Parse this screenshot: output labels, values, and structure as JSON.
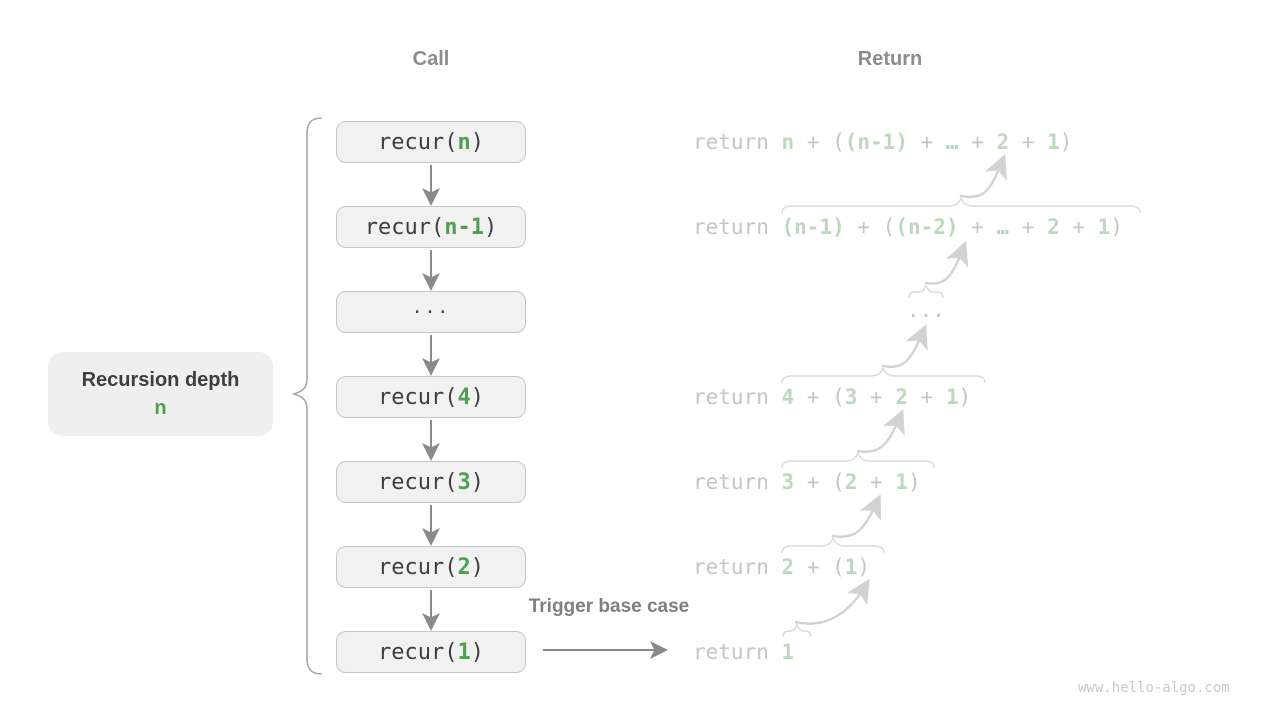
{
  "headers": {
    "call": "Call",
    "return": "Return"
  },
  "depth_label": {
    "title": "Recursion depth",
    "value": "n"
  },
  "trigger_label": "Trigger base case",
  "watermark": "www.hello-algo.com",
  "colors": {
    "accent_green": "#4f9e53",
    "pale_green": "#bdd9bd",
    "box_fill": "#f1f1f2",
    "box_border": "#c6c6c6",
    "muted_gray": "#c5c5c5",
    "header_gray": "#8c8c8c"
  },
  "call_stack": [
    {
      "segments": [
        {
          "t": "recur(",
          "s": "dk"
        },
        {
          "t": "n",
          "s": "gn"
        },
        {
          "t": ")",
          "s": "dk"
        }
      ]
    },
    {
      "segments": [
        {
          "t": "recur(",
          "s": "dk"
        },
        {
          "t": "n-1",
          "s": "gn"
        },
        {
          "t": ")",
          "s": "dk"
        }
      ]
    },
    {
      "segments": [
        {
          "t": "...",
          "s": "dk"
        }
      ]
    },
    {
      "segments": [
        {
          "t": "recur(",
          "s": "dk"
        },
        {
          "t": "4",
          "s": "gn"
        },
        {
          "t": ")",
          "s": "dk"
        }
      ]
    },
    {
      "segments": [
        {
          "t": "recur(",
          "s": "dk"
        },
        {
          "t": "3",
          "s": "gn"
        },
        {
          "t": ")",
          "s": "dk"
        }
      ]
    },
    {
      "segments": [
        {
          "t": "recur(",
          "s": "dk"
        },
        {
          "t": "2",
          "s": "gn"
        },
        {
          "t": ")",
          "s": "dk"
        }
      ]
    },
    {
      "segments": [
        {
          "t": "recur(",
          "s": "dk"
        },
        {
          "t": "1",
          "s": "gn"
        },
        {
          "t": ")",
          "s": "dk"
        }
      ]
    }
  ],
  "return_stack": [
    {
      "segments": [
        {
          "t": "return ",
          "s": "lg"
        },
        {
          "t": "n",
          "s": "pg"
        },
        {
          "t": " + (",
          "s": "lg"
        },
        {
          "t": "(n-1)",
          "s": "pg"
        },
        {
          "t": " + ",
          "s": "lg"
        },
        {
          "t": "…",
          "s": "pt"
        },
        {
          "t": " + ",
          "s": "lg"
        },
        {
          "t": "2",
          "s": "pg"
        },
        {
          "t": " + ",
          "s": "lg"
        },
        {
          "t": "1",
          "s": "pg"
        },
        {
          "t": ")",
          "s": "lg"
        }
      ]
    },
    {
      "segments": [
        {
          "t": "return ",
          "s": "lg"
        },
        {
          "t": "(n-1)",
          "s": "pg"
        },
        {
          "t": " + (",
          "s": "lg"
        },
        {
          "t": "(n-2)",
          "s": "pg"
        },
        {
          "t": " + ",
          "s": "lg"
        },
        {
          "t": "…",
          "s": "pt"
        },
        {
          "t": " + ",
          "s": "lg"
        },
        {
          "t": "2",
          "s": "pg"
        },
        {
          "t": " + ",
          "s": "lg"
        },
        {
          "t": "1",
          "s": "pg"
        },
        {
          "t": ")",
          "s": "lg"
        }
      ]
    },
    {
      "segments": [
        {
          "t": "...",
          "s": "lg"
        }
      ]
    },
    {
      "segments": [
        {
          "t": "return ",
          "s": "lg"
        },
        {
          "t": "4",
          "s": "pg"
        },
        {
          "t": " + (",
          "s": "lg"
        },
        {
          "t": "3",
          "s": "pg"
        },
        {
          "t": " + ",
          "s": "lg"
        },
        {
          "t": "2",
          "s": "pg"
        },
        {
          "t": " + ",
          "s": "lg"
        },
        {
          "t": "1",
          "s": "pg"
        },
        {
          "t": ")",
          "s": "lg"
        }
      ]
    },
    {
      "segments": [
        {
          "t": "return ",
          "s": "lg"
        },
        {
          "t": "3",
          "s": "pg"
        },
        {
          "t": " + (",
          "s": "lg"
        },
        {
          "t": "2",
          "s": "pg"
        },
        {
          "t": " + ",
          "s": "lg"
        },
        {
          "t": "1",
          "s": "pg"
        },
        {
          "t": ")",
          "s": "lg"
        }
      ]
    },
    {
      "segments": [
        {
          "t": "return ",
          "s": "lg"
        },
        {
          "t": "2",
          "s": "pg"
        },
        {
          "t": " + (",
          "s": "lg"
        },
        {
          "t": "1",
          "s": "pg"
        },
        {
          "t": ")",
          "s": "lg"
        }
      ]
    },
    {
      "segments": [
        {
          "t": "return ",
          "s": "lg"
        },
        {
          "t": "1",
          "s": "pg"
        }
      ]
    }
  ]
}
